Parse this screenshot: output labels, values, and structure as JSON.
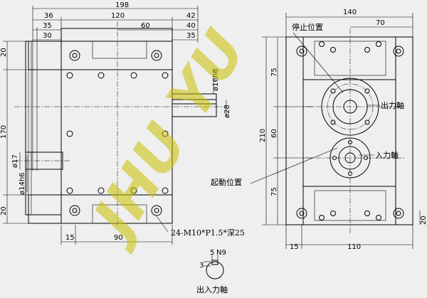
{
  "left_view": {
    "top_dims": [
      "198",
      "36",
      "120",
      "42",
      "35",
      "60",
      "40",
      "30",
      "35"
    ],
    "left_dims": [
      "20",
      "170",
      "20"
    ],
    "shaft_dims": [
      "ø16h6",
      "ø28",
      "ø17",
      "ø14h6"
    ],
    "bottom_dims": [
      "15",
      "90"
    ],
    "thread_note": "24-M10*P1.5*深25"
  },
  "right_view": {
    "top_dims": [
      "140",
      "70"
    ],
    "side_dims": [
      "75",
      "210",
      "60",
      "75",
      "20"
    ],
    "bottom_dims": [
      "15",
      "110"
    ],
    "labels": {
      "stop_position": "停止位置",
      "output_shaft": "出力軸",
      "input_shaft": "入力軸",
      "start_position": "起動位置"
    }
  },
  "keyway": {
    "dims": [
      "5",
      "N9",
      "3"
    ],
    "caption": "出入力軸"
  },
  "watermark": "JHU YU"
}
